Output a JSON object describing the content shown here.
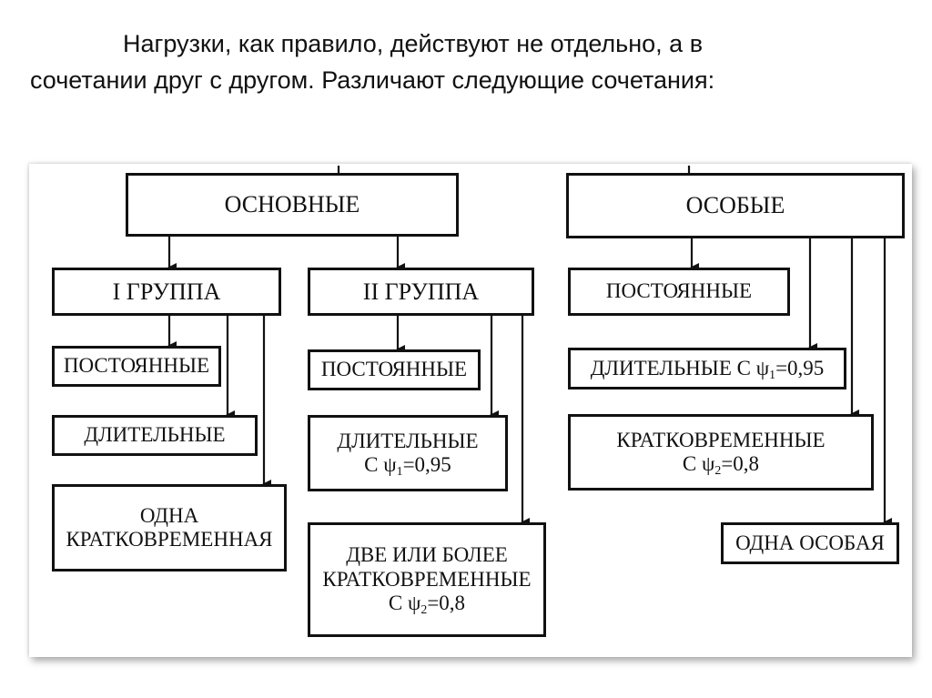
{
  "intro": {
    "line1": "Нагрузки, как правило, действуют не отдельно, а в",
    "line2": "сочетании друг с другом. Различают следующие сочетания:"
  },
  "diagram": {
    "main": "ОСНОВНЫЕ",
    "special": "ОСОБЫЕ",
    "group1": {
      "title": "I ГРУППА",
      "permanent": "ПОСТОЯННЫЕ",
      "long": "ДЛИТЕЛЬНЫЕ",
      "short_line1": "ОДНА",
      "short_line2": "КРАТКОВРЕМЕННАЯ"
    },
    "group2": {
      "title": "II ГРУППА",
      "permanent": "ПОСТОЯННЫЕ",
      "long_line1": "ДЛИТЕЛЬНЫЕ",
      "long_coef_prefix": "С ψ",
      "long_coef_sub": "1",
      "long_coef_value": "=0,95",
      "short_line1": "ДВЕ ИЛИ БОЛЕЕ",
      "short_line2": "КРАТКОВРЕМЕННЫЕ",
      "short_coef_prefix": "С ψ",
      "short_coef_sub": "2",
      "short_coef_value": "=0,8"
    },
    "special_group": {
      "permanent": "ПОСТОЯННЫЕ",
      "long_prefix": "ДЛИТЕЛЬНЫЕ С ψ",
      "long_sub": "1",
      "long_value": "=0,95",
      "short_line1": "КРАТКОВРЕМЕННЫЕ",
      "short_coef_prefix": "С ψ",
      "short_coef_sub": "2",
      "short_coef_value": "=0,8",
      "one_special": "ОДНА ОСОБАЯ"
    }
  }
}
